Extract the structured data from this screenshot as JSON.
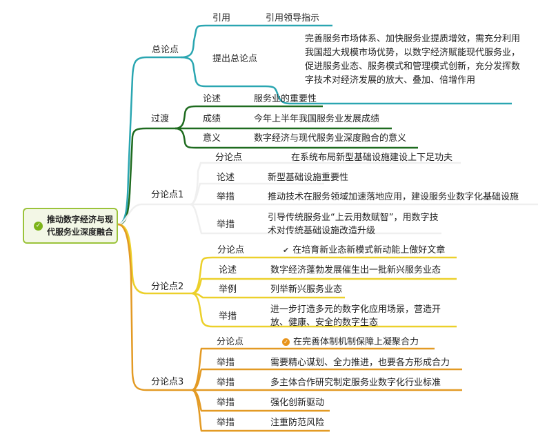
{
  "root": {
    "title": "推动数字经济与现代服务业深度融合"
  },
  "colors": {
    "teal": "#2aa6b1",
    "green": "#1e6b1f",
    "yellow": "#ecd02a",
    "orange": "#e39a24",
    "root_border": "#9bc33a"
  },
  "branches": [
    {
      "label": "总论点",
      "children": [
        {
          "label": "引用",
          "detail": "引用领导指示"
        },
        {
          "label": "提出总论点",
          "detail": "完善服务市场体系、加快服务业提质增效，需充分利用我国超大规模市场优势，以数字经济赋能现代服务业，促进服务业态、服务模式和管理模式创新，充分发挥数字技术对经济发展的放大、叠加、倍增作用"
        }
      ]
    },
    {
      "label": "过渡",
      "children": [
        {
          "label": "论述",
          "detail": "服务业的重要性"
        },
        {
          "label": "成绩",
          "detail": "今年上半年我国服务业发展成绩"
        },
        {
          "label": "意义",
          "detail": "数字经济与现代服务业深度融合的意义"
        }
      ]
    },
    {
      "label": "分论点1",
      "children": [
        {
          "label": "分论点",
          "detail": "在系统布局新型基础设施建设上下足功夫"
        },
        {
          "label": "论述",
          "detail": "新型基础设施重要性"
        },
        {
          "label": "举措",
          "detail": "推动技术在服务领域加速落地应用，建设服务业数字化基础设施"
        },
        {
          "label": "举措",
          "detail": "引导传统服务业“上云用数赋智”，用数字技术对传统基础设施改造升级"
        }
      ]
    },
    {
      "label": "分论点2",
      "children": [
        {
          "label": "分论点",
          "detail": "在培育新业态新模式新动能上做好文章"
        },
        {
          "label": "论述",
          "detail": "数字经济蓬勃发展催生出一批新兴服务业态"
        },
        {
          "label": "举例",
          "detail": "列举新兴服务业态"
        },
        {
          "label": "举措",
          "detail": "进一步打造多元的数字化应用场景，营造开放、健康、安全的数字生态"
        }
      ]
    },
    {
      "label": "分论点3",
      "children": [
        {
          "label": "分论点",
          "detail": "在完善体制机制保障上凝聚合力"
        },
        {
          "label": "举措",
          "detail": "需要精心谋划、全力推进，也要各方形成合力"
        },
        {
          "label": "举措",
          "detail": "多主体合作研究制定服务业数字化行业标准"
        },
        {
          "label": "举措",
          "detail": "强化创新驱动"
        },
        {
          "label": "举措",
          "detail": "注重防范风险"
        }
      ]
    }
  ]
}
